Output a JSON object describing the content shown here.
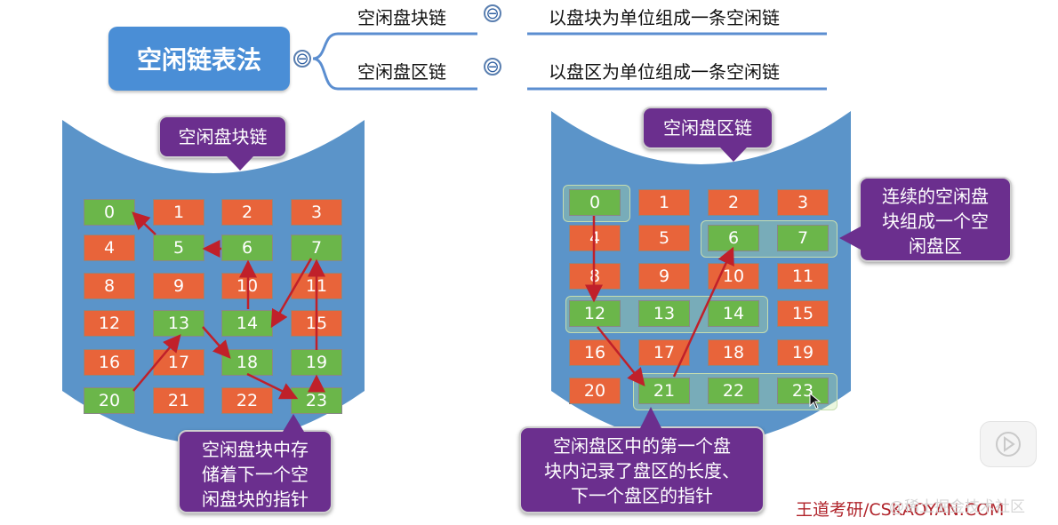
{
  "header": {
    "title": "空闲链表法",
    "branches": [
      {
        "label": "空闲盘块链",
        "toggle": "⊖",
        "description": "以盘块为单位组成一条空闲链"
      },
      {
        "label": "空闲盘区链",
        "toggle": "⊖",
        "description": "以盘区为单位组成一条空闲链"
      }
    ],
    "title_toggle": "⊖"
  },
  "left_diagram": {
    "title": "空闲盘块链",
    "blocks": [
      "0",
      "1",
      "2",
      "3",
      "4",
      "5",
      "6",
      "7",
      "8",
      "9",
      "10",
      "11",
      "12",
      "13",
      "14",
      "15",
      "16",
      "17",
      "18",
      "19",
      "20",
      "21",
      "22",
      "23"
    ],
    "free_blocks": [
      0,
      5,
      6,
      7,
      13,
      14,
      18,
      19,
      20,
      23
    ],
    "callout": [
      "空闲盘块中存",
      "储着下一个空",
      "闲盘块的指针"
    ]
  },
  "right_diagram": {
    "title": "空闲盘区链",
    "blocks": [
      "0",
      "1",
      "2",
      "3",
      "4",
      "5",
      "6",
      "7",
      "8",
      "9",
      "10",
      "11",
      "12",
      "13",
      "14",
      "15",
      "16",
      "17",
      "18",
      "19",
      "20",
      "21",
      "22",
      "23"
    ],
    "free_blocks": [
      0,
      6,
      7,
      12,
      13,
      14,
      21,
      22,
      23
    ],
    "side_callout": [
      "连续的空闲盘",
      "块组成一个空",
      "闲盘区"
    ],
    "bottom_callout": [
      "空闲盘区中的第一个盘",
      "块内记录了盘区的长度、",
      "下一个盘区的指针"
    ]
  },
  "footer": {
    "credit": "王道考研/CSKAOYAN.COM",
    "watermark": "@稀土掘金技术社区"
  },
  "colors": {
    "title_bg": "#4a8ed6",
    "used_block": "#e8643a",
    "free_block": "#6bb64a",
    "callout_bg": "#6b2f8e",
    "cylinder": "#5b94c9",
    "arrow": "#c0202a",
    "credit": "#b0242b"
  }
}
